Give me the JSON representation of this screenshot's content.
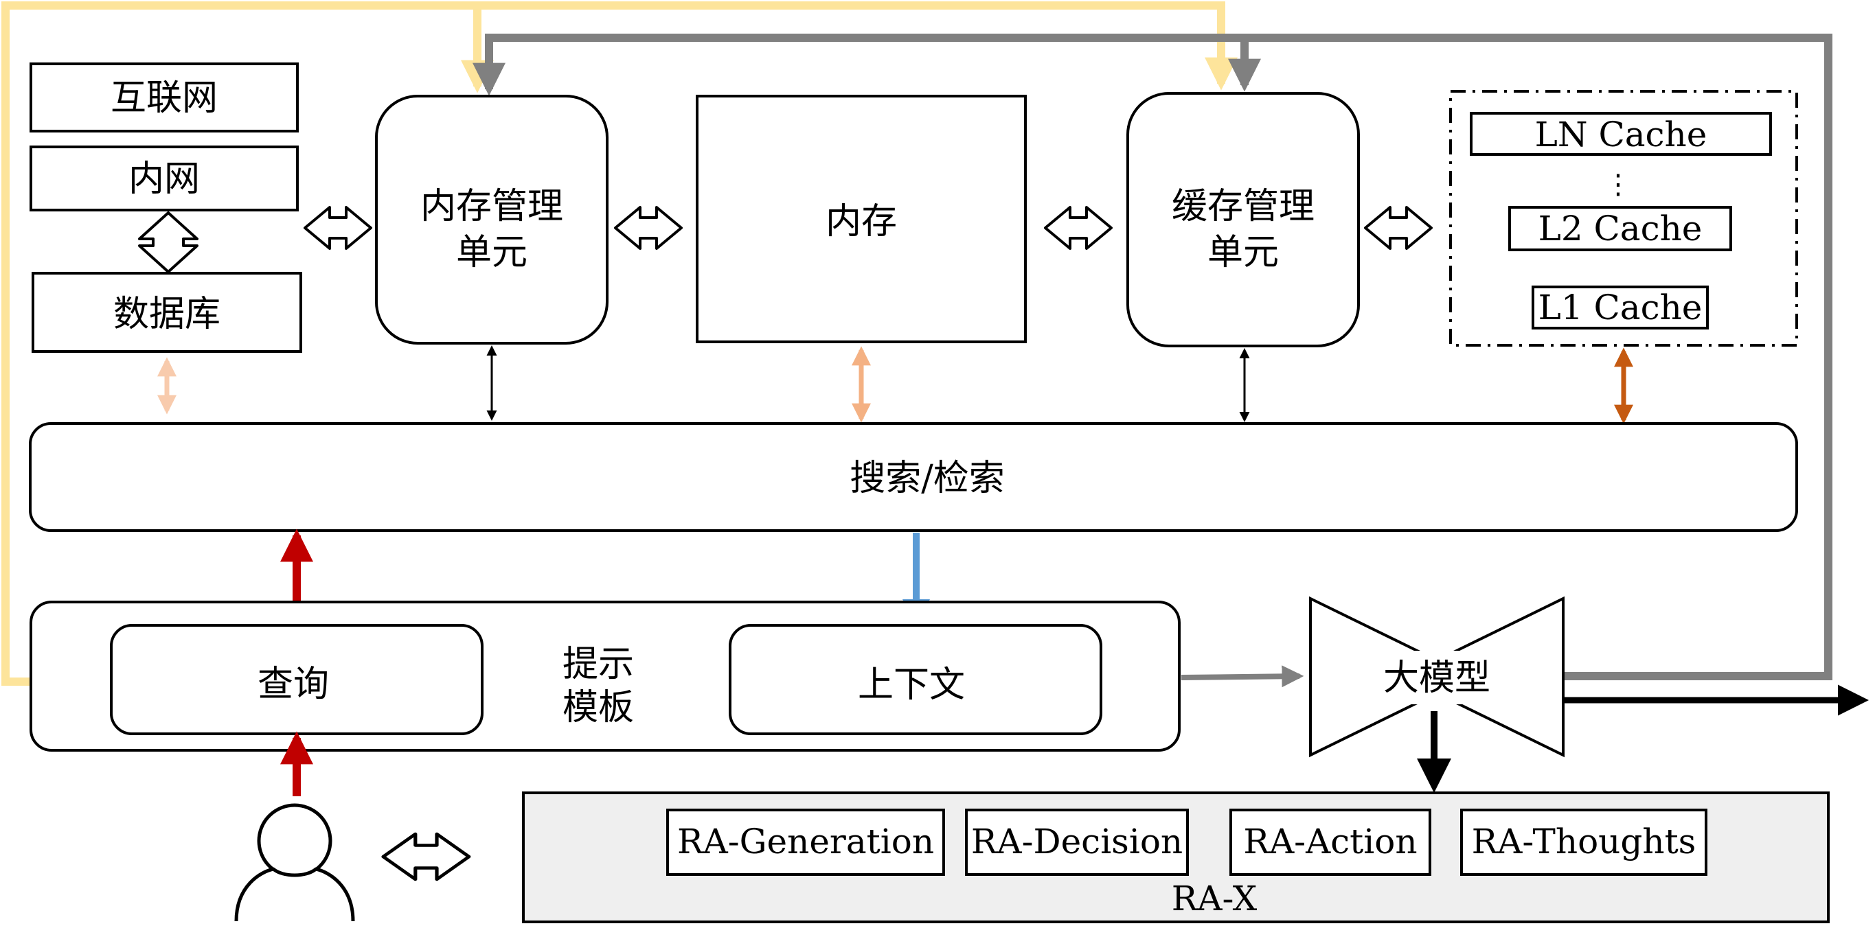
{
  "sources": {
    "internet": "互联网",
    "intranet": "内网",
    "database": "数据库"
  },
  "memory_manager": {
    "line1": "内存管理",
    "line2": "单元"
  },
  "memory": "内存",
  "cache_manager": {
    "line1": "缓存管理",
    "line2": "单元"
  },
  "caches": {
    "ln": "LN Cache",
    "ellipsis": "⋮",
    "l2": "L2 Cache",
    "l1": "L1 Cache"
  },
  "search": "搜索/检索",
  "prompt_template": {
    "line1": "提示",
    "line2": "模板",
    "query": "查询",
    "context": "上下文"
  },
  "llm": "大模型",
  "ra_x": {
    "label": "RA-X",
    "items": [
      "RA-Generation",
      "RA-Decision",
      "RA-Action",
      "RA-Thoughts"
    ]
  },
  "colors": {
    "yellow_feedback": "#fde49b",
    "gray_feedback": "#808080",
    "red_query": "#c00000",
    "blue_context": "#5b9bd5",
    "peach": "#f8cbad",
    "salmon": "#f4b183",
    "orange": "#c55a11"
  },
  "icons": [
    "user-icon",
    "double-arrow-icon"
  ]
}
